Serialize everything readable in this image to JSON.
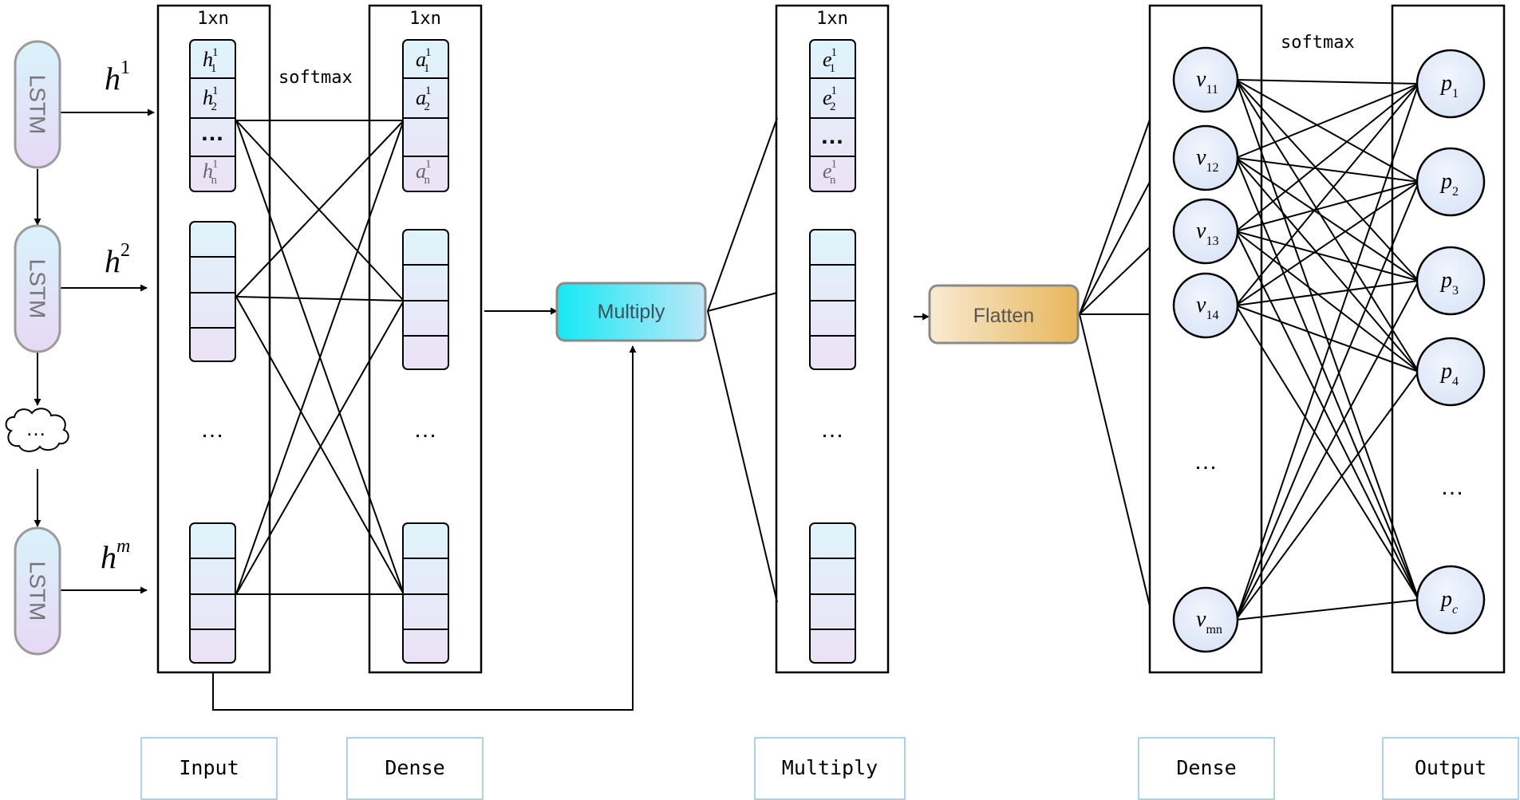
{
  "lstm": {
    "label": "LSTM",
    "ellipsis": "…"
  },
  "hidden_labels": [
    {
      "base": "h",
      "sup": "1"
    },
    {
      "base": "h",
      "sup": "2"
    },
    {
      "base": "h",
      "sup": "m"
    }
  ],
  "input_column": {
    "header": "1xn",
    "cells": [
      {
        "base": "h",
        "sup": "1",
        "sub": "1"
      },
      {
        "base": "h",
        "sup": "1",
        "sub": "2"
      },
      {
        "base": "…",
        "sup": "",
        "sub": ""
      },
      {
        "base": "h",
        "sup": "1",
        "sub": "n"
      }
    ],
    "ellipsis": "…"
  },
  "attention_column": {
    "header": "1xn",
    "cells": [
      {
        "base": "a",
        "sup": "1",
        "sub": "1"
      },
      {
        "base": "a",
        "sup": "1",
        "sub": "2"
      },
      {
        "base": "",
        "sup": "",
        "sub": ""
      },
      {
        "base": "a",
        "sup": "1",
        "sub": "n"
      }
    ],
    "ellipsis": "…"
  },
  "multiply_column": {
    "header": "1xn",
    "cells": [
      {
        "base": "e",
        "sup": "1",
        "sub": "1"
      },
      {
        "base": "e",
        "sup": "1",
        "sub": "2"
      },
      {
        "base": "…",
        "sup": "",
        "sub": ""
      },
      {
        "base": "e",
        "sup": "1",
        "sub": "n"
      }
    ],
    "ellipsis": "…"
  },
  "softmax_labels": [
    "softmax",
    "softmax"
  ],
  "multiply_op": {
    "label": "Multiply",
    "color": "#22e3f0"
  },
  "flatten_op": {
    "label": "Flatten",
    "color": "#e9b956"
  },
  "dense_neurons": [
    {
      "base": "v",
      "sub": "11"
    },
    {
      "base": "v",
      "sub": "12"
    },
    {
      "base": "v",
      "sub": "13"
    },
    {
      "base": "v",
      "sub": "14"
    },
    {
      "base": "v",
      "sub": "mn"
    }
  ],
  "dense_ellipsis": "…",
  "output_neurons": [
    {
      "base": "p",
      "sub": "1"
    },
    {
      "base": "p",
      "sub": "2"
    },
    {
      "base": "p",
      "sub": "3"
    },
    {
      "base": "p",
      "sub": "4"
    },
    {
      "base": "p",
      "sub": "c"
    }
  ],
  "output_ellipsis": "…",
  "layer_labels": [
    "Input",
    "Dense",
    "Multiply",
    "Dense",
    "Output"
  ],
  "colors": {
    "line": "#000000",
    "cell_top": "#dff4fb",
    "cell_bottom": "#ece1f6",
    "lstm_top": "#d9f2fb",
    "lstm_bottom": "#e7d8f5",
    "neuron": "#e3ecfa",
    "label_border": "#a8d4ec"
  }
}
